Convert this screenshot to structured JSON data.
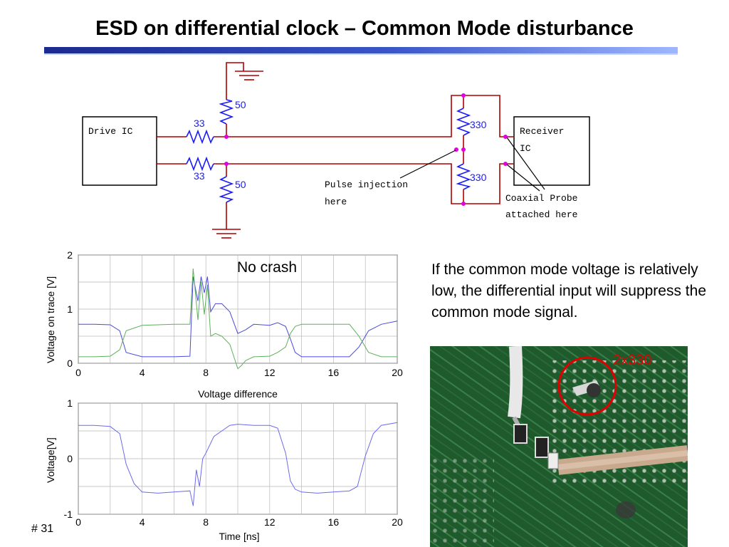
{
  "slide": {
    "title": "ESD on differential clock – Common Mode disturbance",
    "page_number": "# 31",
    "note": "If the common mode voltage is relatively low, the differential input will suppress the common mode signal."
  },
  "schematic": {
    "drive_ic_label": "Drive IC",
    "receiver_ic_line1": "Receiver",
    "receiver_ic_line2": "IC",
    "r_series_top": "33",
    "r_series_bottom": "33",
    "r_term_top": "50",
    "r_term_bottom": "50",
    "r_rx_top": "330",
    "r_rx_bottom": "330",
    "pulse_line1": "Pulse injection",
    "pulse_line2": "here",
    "probe_line1": "Coaxial Probe",
    "probe_line2": "attached here",
    "colors": {
      "wire": "#b00000",
      "resistor": "#1a1aff",
      "node": "#e000e0"
    }
  },
  "photo": {
    "label": "2x330",
    "label_color": "#e00000"
  },
  "chart_data": [
    {
      "type": "line",
      "annotation": "No crash",
      "xlabel": "",
      "ylabel": "Voltage on trace [V]",
      "xlim": [
        0,
        20
      ],
      "ylim": [
        0,
        2
      ],
      "xticks": [
        "0",
        "4",
        "8",
        "12",
        "16",
        "20"
      ],
      "yticks": [
        "2",
        "1",
        "0"
      ],
      "grid": true,
      "series": [
        {
          "color": "#4a4adf",
          "x": [
            0,
            1,
            2,
            2.6,
            3,
            4,
            5,
            6,
            7,
            7.2,
            7.5,
            7.7,
            7.9,
            8.1,
            8.3,
            8.6,
            9,
            9.5,
            10,
            10.5,
            11,
            12,
            12.5,
            13,
            13.3,
            13.6,
            14,
            15,
            16,
            17,
            17.6,
            18.2,
            19,
            20
          ],
          "y": [
            0.72,
            0.72,
            0.71,
            0.6,
            0.2,
            0.12,
            0.12,
            0.12,
            0.13,
            1.6,
            1.15,
            1.6,
            1.3,
            1.6,
            0.95,
            1.1,
            1.1,
            0.95,
            0.55,
            0.62,
            0.72,
            0.7,
            0.75,
            0.68,
            0.45,
            0.2,
            0.12,
            0.12,
            0.12,
            0.12,
            0.3,
            0.6,
            0.72,
            0.78
          ]
        },
        {
          "color": "#5fb05f",
          "x": [
            0,
            1,
            2,
            2.6,
            3,
            4,
            5,
            6,
            7,
            7.2,
            7.5,
            7.7,
            7.9,
            8.1,
            8.3,
            8.6,
            9,
            9.5,
            10,
            10.2,
            10.5,
            11,
            12,
            12.5,
            13,
            13.3,
            13.6,
            14,
            15,
            16,
            17,
            17.6,
            18.2,
            19,
            20
          ],
          "y": [
            0.12,
            0.12,
            0.13,
            0.25,
            0.6,
            0.7,
            0.71,
            0.72,
            0.72,
            1.75,
            0.8,
            1.5,
            0.9,
            1.45,
            0.5,
            0.55,
            0.5,
            0.35,
            -0.1,
            -0.05,
            0.05,
            0.12,
            0.13,
            0.2,
            0.3,
            0.55,
            0.68,
            0.72,
            0.72,
            0.72,
            0.72,
            0.5,
            0.2,
            0.12,
            0.12
          ]
        }
      ]
    },
    {
      "type": "line",
      "title": "Voltage difference",
      "xlabel": "Time [ns]",
      "ylabel": "Voltage[V]",
      "xlim": [
        0,
        20
      ],
      "ylim": [
        -1,
        1
      ],
      "xticks": [
        "0",
        "4",
        "8",
        "12",
        "16",
        "20"
      ],
      "yticks": [
        "1",
        "0",
        "-1"
      ],
      "grid": true,
      "series": [
        {
          "color": "#6a6af0",
          "x": [
            0,
            1,
            2,
            2.6,
            3,
            3.5,
            4,
            5,
            6,
            7,
            7.2,
            7.4,
            7.6,
            7.8,
            8,
            8.5,
            9,
            9.5,
            10,
            11,
            12,
            12.5,
            13,
            13.3,
            13.6,
            14,
            15,
            16,
            17,
            17.5,
            18,
            18.5,
            19,
            20
          ],
          "y": [
            0.6,
            0.6,
            0.58,
            0.45,
            -0.1,
            -0.45,
            -0.6,
            -0.62,
            -0.6,
            -0.58,
            -0.85,
            -0.2,
            -0.5,
            0.0,
            0.1,
            0.4,
            0.5,
            0.6,
            0.62,
            0.6,
            0.6,
            0.55,
            0.1,
            -0.4,
            -0.55,
            -0.6,
            -0.62,
            -0.6,
            -0.58,
            -0.5,
            0.05,
            0.45,
            0.6,
            0.65
          ]
        }
      ]
    }
  ]
}
